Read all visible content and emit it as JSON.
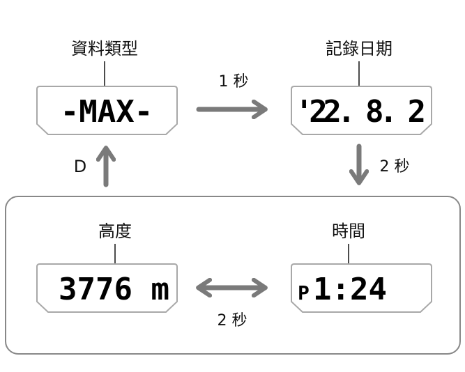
{
  "labels": {
    "data_type": "資料類型",
    "record_date": "記錄日期",
    "altitude": "高度",
    "time": "時間"
  },
  "displays": {
    "data_type": "-MAX-",
    "record_date": "'22. 8. 2",
    "altitude": "3776 m",
    "time_prefix": "P",
    "time": "1:24"
  },
  "transitions": {
    "max_to_date": "1 秒",
    "date_to_time": "2 秒",
    "altitude_time": "2 秒",
    "to_max_button": "D"
  },
  "colors": {
    "arrow": "#7a7a7a",
    "frame": "#888888",
    "lcd_border": "#a8a8a8"
  }
}
